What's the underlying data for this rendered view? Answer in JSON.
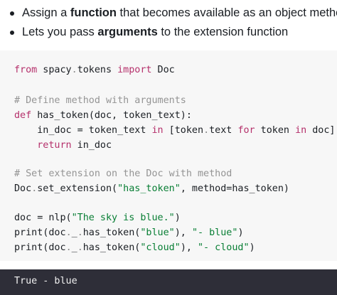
{
  "bullets": [
    {
      "pre": "Assign a ",
      "bold": "function",
      "post": " that becomes available as an object method"
    },
    {
      "pre": "Lets you pass ",
      "bold": "arguments",
      "post": " to the extension function"
    }
  ],
  "code": {
    "line1": {
      "kw1": "from",
      "mod": " spacy",
      "dot": ".",
      "sub": "tokens ",
      "kw2": "import",
      "name": " Doc"
    },
    "comment1": "# Define method with arguments",
    "line3": {
      "kw": "def",
      "fname": " has_token",
      "args": "(doc, token_text):"
    },
    "line4": {
      "indent": "    ",
      "a": "in_doc = token_text ",
      "kw1": "in",
      "b": " [token",
      "dot": ".",
      "c": "text ",
      "kw2": "for",
      "d": " token ",
      "kw3": "in",
      "e": " doc]"
    },
    "line5": {
      "indent": "    ",
      "kw": "return",
      "rest": " in_doc"
    },
    "comment2": "# Set extension on the Doc with method",
    "line7": {
      "pre": "Doc",
      "dot": ".",
      "fn": "set_extension(",
      "str": "\"has_token\"",
      "post": ", method=has_token)"
    },
    "line8": {
      "pre": "doc = nlp(",
      "str": "\"The sky is blue.\"",
      "post": ")"
    },
    "line9": {
      "pre": "print(doc",
      "dot": ".",
      "mid": "_",
      "dot2": ".",
      "fn": "has_token(",
      "str1": "\"blue\"",
      "sep": "), ",
      "str2": "\"- blue\"",
      "post": ")"
    },
    "line10": {
      "pre": "print(doc",
      "dot": ".",
      "mid": "_",
      "dot2": ".",
      "fn": "has_token(",
      "str1": "\"cloud\"",
      "sep": "), ",
      "str2": "\"- cloud\"",
      "post": ")"
    }
  },
  "output": {
    "line1": "True - blue"
  },
  "colors": {
    "keyword": "#b5306b",
    "comment": "#949494",
    "string": "#087e34",
    "code_bg": "#f7f7f7",
    "output_bg": "#2e2e38"
  }
}
